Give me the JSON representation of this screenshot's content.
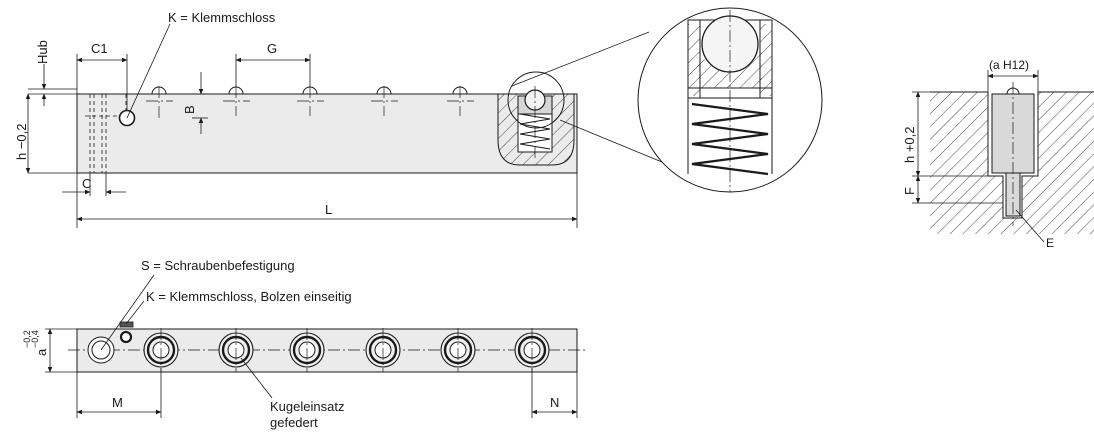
{
  "side_view": {
    "label_k": "K = Klemmschloss",
    "dim_hub": "Hub",
    "dim_c1": "C1",
    "dim_g": "G",
    "dim_b": "B",
    "dim_h": "h −0,2",
    "dim_c": "C",
    "dim_l": "L"
  },
  "mounting_view": {
    "dim_a": "(a H12)",
    "dim_h": "h +0,2",
    "dim_f": "F",
    "dim_e": "E"
  },
  "top_view": {
    "label_s": "S = Schraubenbefestigung",
    "label_k": "K = Klemmschloss, Bolzen einseitig",
    "dim_a": "a",
    "dim_a_tol_upper": "−0,2",
    "dim_a_tol_lower": "−0,4",
    "dim_m": "M",
    "dim_n": "N",
    "label_ball_line1": "Kugeleinsatz",
    "label_ball_line2": "gefedert"
  }
}
